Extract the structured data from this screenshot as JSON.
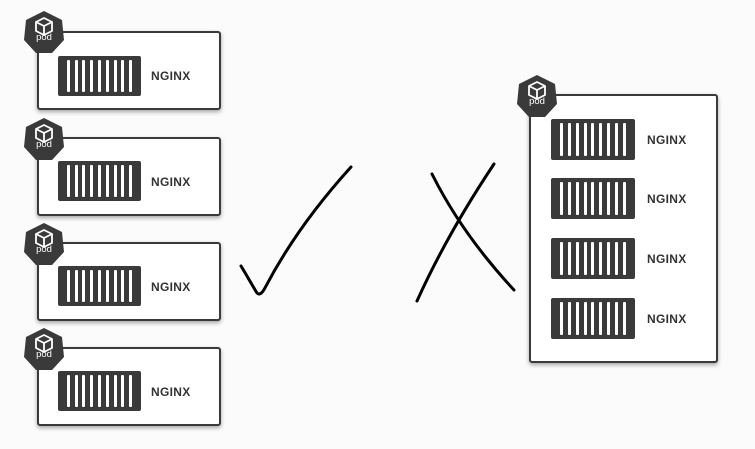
{
  "pod_label": "pod",
  "container_label": "NGINX",
  "colors": {
    "dark": "#3a3a3a",
    "line": "#000000"
  },
  "left_pods": [
    {
      "containers": [
        "NGINX"
      ]
    },
    {
      "containers": [
        "NGINX"
      ]
    },
    {
      "containers": [
        "NGINX"
      ]
    },
    {
      "containers": [
        "NGINX"
      ]
    }
  ],
  "right_pod": {
    "containers": [
      "NGINX",
      "NGINX",
      "NGINX",
      "NGINX"
    ]
  },
  "marks": [
    "check-mark",
    "cross-mark"
  ]
}
